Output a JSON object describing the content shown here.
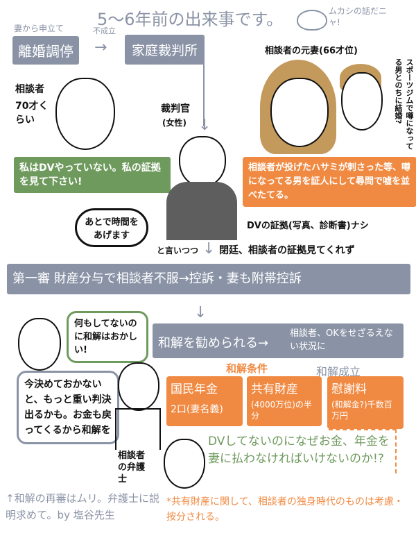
{
  "header": {
    "title": "5〜6年前の出来事です。",
    "cat_note": "ムカシの話だニャ!"
  },
  "flow": {
    "applicant_note": "妻から申立て",
    "mediation": "離婚調停",
    "failed_label": "不成立",
    "family_court": "家庭裁判所"
  },
  "people": {
    "client_label": "相談者",
    "client_age": "70才くらい",
    "judge_label": "裁判官",
    "judge_gender": "(女性)",
    "ex_wife_label": "相談者の元妻(66才位)",
    "gym_man_note": "スポーツジムで噂になってる男とのちに結婚?",
    "lawyer_label": "相談者の弁護士"
  },
  "statements": {
    "client_claim": "私はDVやっていない。私の証拠を見て下さい!",
    "wife_claim": "相談者が投げたハサミが刺さった等、噂になってる男を証人にして尋問で嘘を並べたてる。",
    "no_evidence": "DVの証拠(写真、診断書)ナシ",
    "judge_bubble": "あとで時間をあげます",
    "judge_action": "と言いつつ",
    "closing": "閉廷、相談者の証拠見てくれず"
  },
  "appeal": "第一審 財産分与で相談者不服→控訴・妻も附帯控訴",
  "settlement": {
    "client_bubble": "何もしてないのに和解はおかしい!",
    "recommended": "和解を勧められる→",
    "forced": "相談者、OKをせざるえない状況に",
    "conditions_label": "和解条件",
    "concluded_label": "和解成立",
    "conditions": [
      {
        "title": "国民年金",
        "detail": "2口(妻名義)"
      },
      {
        "title": "共有財産",
        "detail": "(4000万位)の半分"
      },
      {
        "title": "慰謝料",
        "detail": "(和解金?)千数百万円"
      }
    ],
    "lawyer_bubble": "今決めておかないと、もっと重い判決出るかも。お金も戻ってくるから和解を",
    "client_question": "DVしてないのになぜお金、年金を妻に払わなければいけないのか!?",
    "advice": "↑和解の再審はムリ。弁護士に説明求めて。by 塩谷先生",
    "property_note": "*共有財産に関して、相談者の独身時代のものは考慮・按分される。"
  },
  "colors": {
    "gray": "#8a93a6",
    "orange": "#f08a42",
    "green": "#6f9a5e"
  }
}
